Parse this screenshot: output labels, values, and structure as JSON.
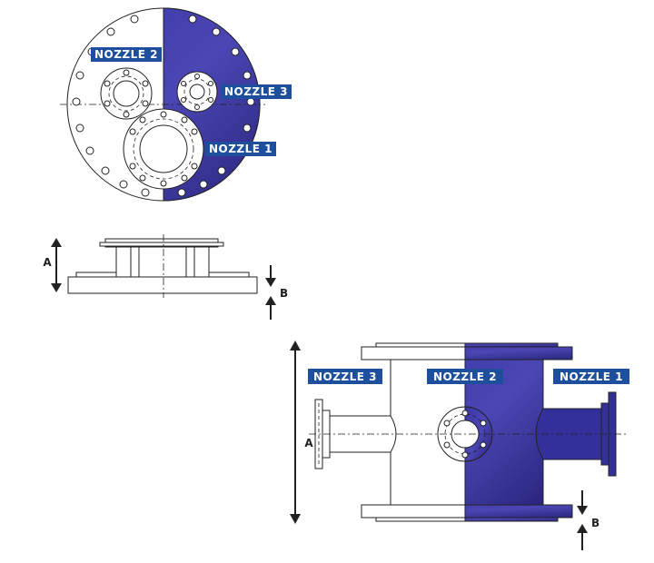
{
  "labels": {
    "top_nozzle_2": "NOZZLE 2",
    "top_nozzle_3": "NOZZLE 3",
    "top_nozzle_1": "NOZZLE 1",
    "side_dim_a": "A",
    "side_dim_b": "B",
    "front_nozzle_3": "NOZZLE 3",
    "front_nozzle_2": "NOZZLE 2",
    "front_nozzle_1": "NOZZLE 1",
    "front_dim_a": "A",
    "front_dim_b": "B"
  },
  "colors": {
    "blue_fill": "#34309a",
    "label_bg": "#1d4f9c",
    "line": "#222222"
  }
}
